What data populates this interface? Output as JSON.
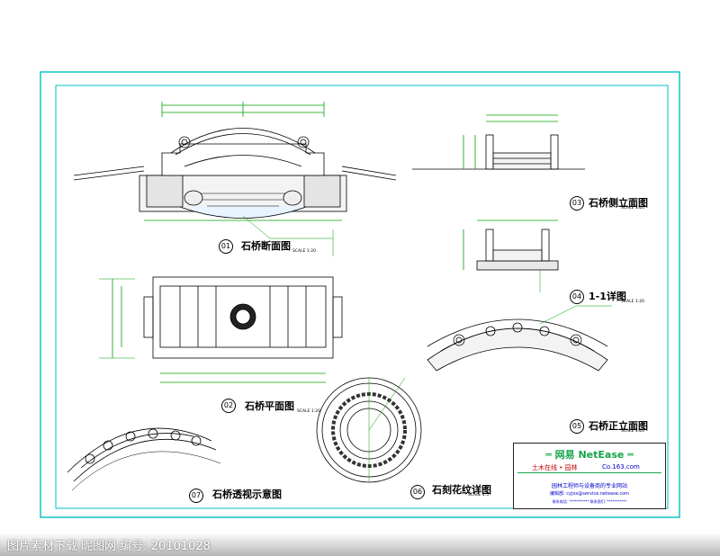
{
  "colors": {
    "border": "#00bfbf",
    "line": "#000000",
    "dim": "#00a000",
    "annot": "#c00000"
  },
  "drawings": [
    {
      "num": "01",
      "title": "石桥断面图",
      "scale": "SCALE 1:20"
    },
    {
      "num": "02",
      "title": "石桥平面图",
      "scale": "SCALE 1:20"
    },
    {
      "num": "03",
      "title": "石桥侧立面图",
      "scale": "SCALE 1:20"
    },
    {
      "num": "04",
      "title": "1-1详图",
      "scale": "SCALE 1:20"
    },
    {
      "num": "05",
      "title": "石桥正立面图",
      "scale": "SCALE 1:20"
    },
    {
      "num": "06",
      "title": "石刻花纹详图",
      "scale": "SCALE 1:5"
    },
    {
      "num": "07",
      "title": "石桥透视示意图",
      "scale": ""
    }
  ],
  "title_block": {
    "brand": "═ 网易 NetEase ═",
    "sub_left": "土木在线 • 园林",
    "sub_right": "Co.163.com",
    "desc": "园林工程师与设备商的专业网站",
    "email": "编辑部: cyjxx@service.netease.com",
    "phones": "联系电话: ***********      联系我们: ***********"
  },
  "watermark": "图片素材下载 昵图网 编号: 20101028"
}
